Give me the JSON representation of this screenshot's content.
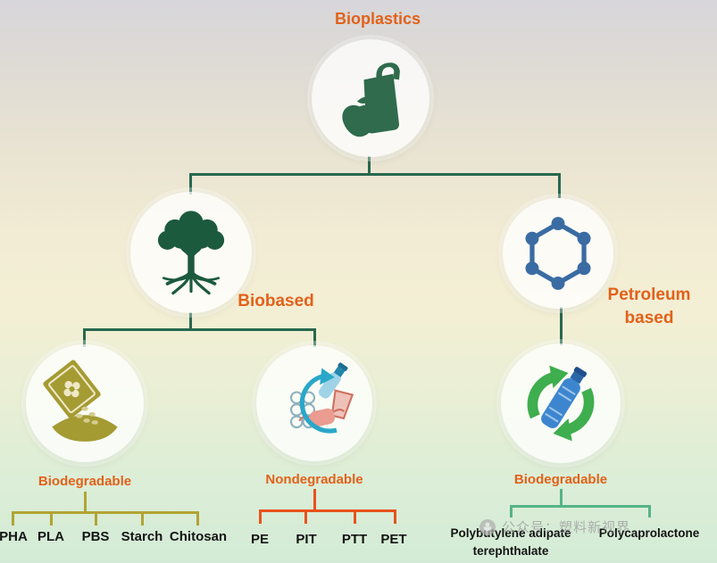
{
  "title": "Bioplastics",
  "branches": {
    "biobased": {
      "label": "Biobased"
    },
    "petroleum": {
      "label": "Petroleum based"
    }
  },
  "categories": {
    "bio_biodegradable": {
      "label": "Biodegradable",
      "items": [
        "PHA",
        "PLA",
        "PBS",
        "Starch",
        "Chitosan"
      ]
    },
    "bio_nondegradable": {
      "label": "Nondegradable",
      "items": [
        "PE",
        "PIT",
        "PTT",
        "PET"
      ]
    },
    "petro_biodegradable": {
      "label": "Biodegradable",
      "items": [
        "Polybutylene adipate terephthalate",
        "Polycaprolactone"
      ]
    }
  },
  "watermark": {
    "text": "公众号：塑料新视界"
  },
  "icons": {
    "root": "grocery-bag-and-apple",
    "biobased": "tree-with-roots",
    "petroleum": "hexagon-molecule",
    "bio_biodegradable": "seed-pouch-planting",
    "bio_nondegradable": "plastic-waste-with-recycle-arrow",
    "petro_biodegradable": "water-bottle-with-recycle-arrows"
  },
  "colors": {
    "label_orange": "#e2611a",
    "tree_connector_green": "#27684f",
    "olive_connector": "#b2a433",
    "orange_connector": "#e8521c",
    "green_connector": "#54b487"
  }
}
